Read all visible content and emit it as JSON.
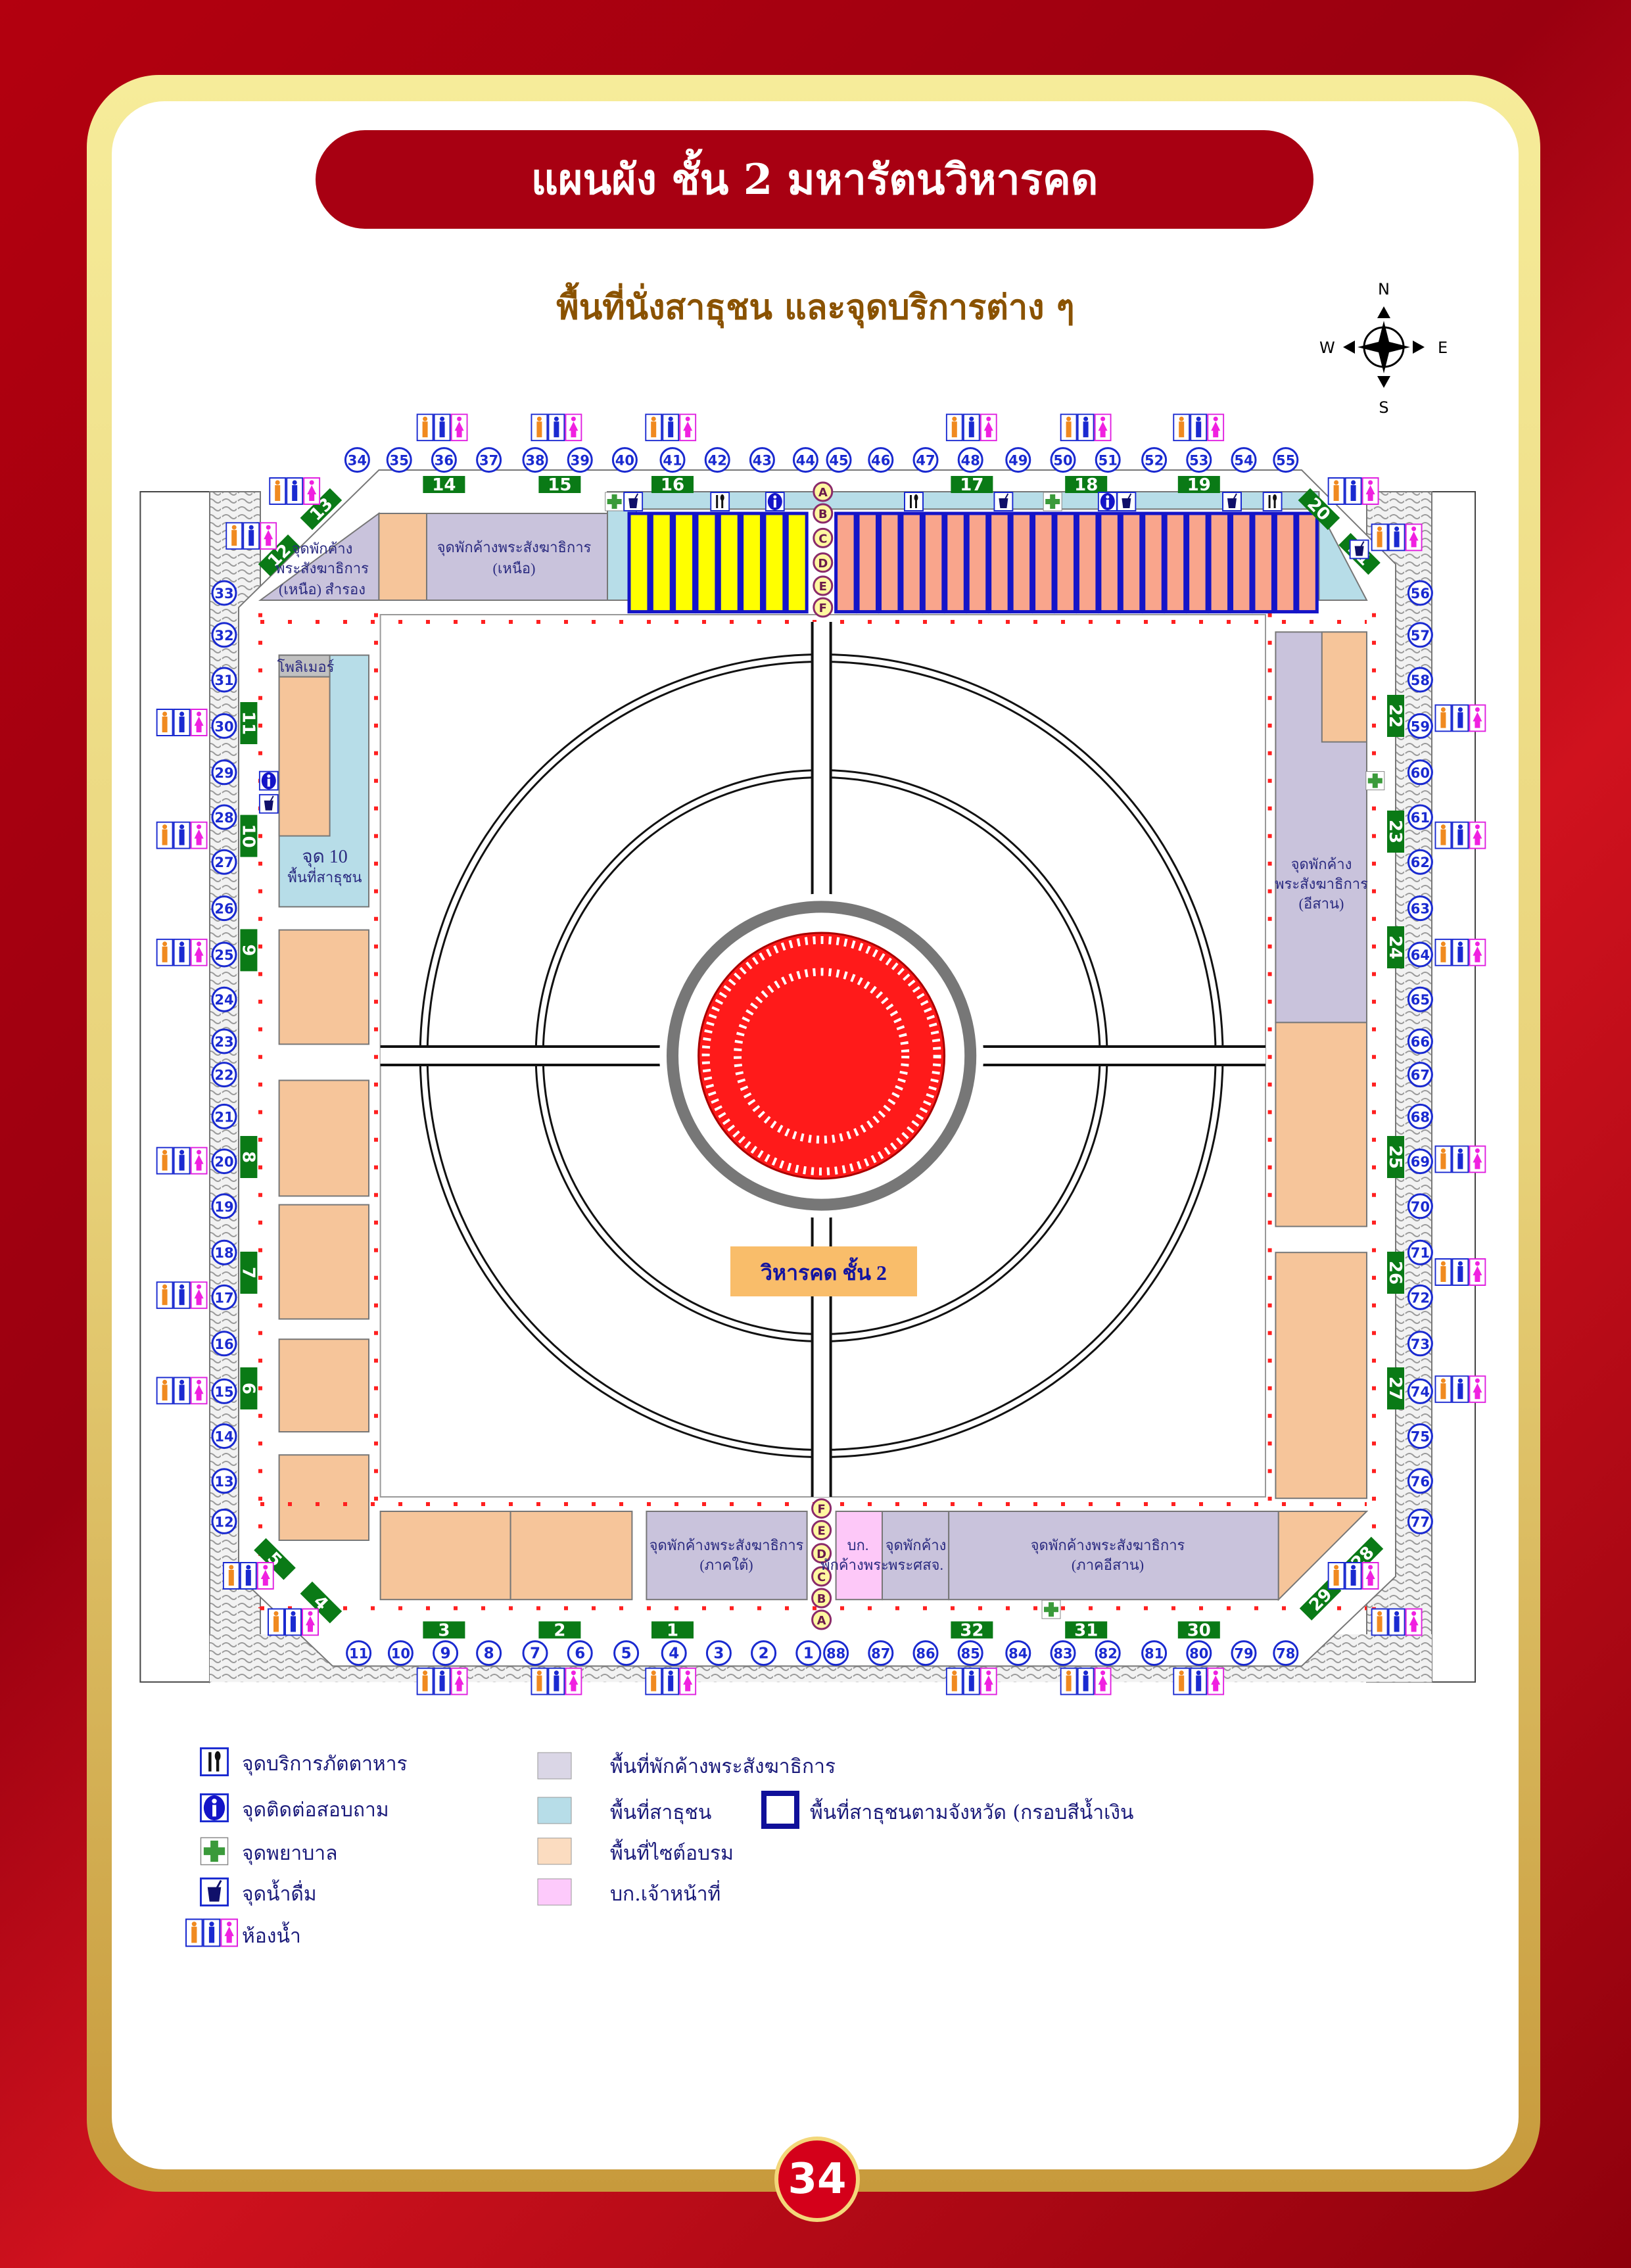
{
  "header": {
    "title": "แผนผัง ชั้น 2 มหารัตนวิหารคด",
    "subtitle": "พื้นที่นั่งสาธุชน และจุดบริการต่าง ๆ"
  },
  "compass": {
    "n": "N",
    "s": "S",
    "e": "E",
    "w": "W"
  },
  "map": {
    "center_label": "วิหารคด ชั้น 2",
    "north_reserve": [
      "จุดพักค้าง",
      "พระสังฆาธิการ",
      "(เหนือ) สำรอง"
    ],
    "north_lodging": [
      "จุดพักค้างพระสังฆาธิการ",
      "(เหนือ)"
    ],
    "polymer": "โพลิเมอร์",
    "zone10": [
      "จุด 10",
      "พื้นที่สาธุชน"
    ],
    "east_lodging": [
      "จุดพักค้าง",
      "พระสังฆาธิการ",
      "(อีสาน)"
    ],
    "south_lodging": [
      "จุดพักค้างพระสังฆาธิการ",
      "(ภาคใต้)"
    ],
    "staff_room": [
      "บก.",
      "พักค้างพระ"
    ],
    "sasj_lodging": [
      "จุดพักค้าง",
      "พระศสจ."
    ],
    "isan_lodging": [
      "จุดพักค้างพระสังฆาธิการ",
      "(ภาคอีสาน)"
    ],
    "top_letters": [
      "A",
      "B",
      "C",
      "D",
      "E",
      "F"
    ],
    "bottom_letters": [
      "F",
      "E",
      "D",
      "C",
      "B",
      "A"
    ],
    "pillars_top": [
      "34",
      "35",
      "36",
      "37",
      "38",
      "39",
      "40",
      "41",
      "42",
      "43",
      "44",
      "45",
      "46",
      "47",
      "48",
      "49",
      "50",
      "51",
      "52",
      "53",
      "54",
      "55"
    ],
    "pillars_bottom": [
      "11",
      "10",
      "9",
      "8",
      "7",
      "6",
      "5",
      "4",
      "3",
      "2",
      "1",
      "88",
      "87",
      "86",
      "85",
      "84",
      "83",
      "82",
      "81",
      "80",
      "79",
      "78"
    ],
    "pillars_left": [
      "33",
      "32",
      "31",
      "30",
      "29",
      "28",
      "27",
      "26",
      "25",
      "24",
      "23",
      "22",
      "21",
      "20",
      "19",
      "18",
      "17",
      "16",
      "15",
      "14",
      "13",
      "12"
    ],
    "pillars_right": [
      "56",
      "57",
      "58",
      "59",
      "60",
      "61",
      "62",
      "63",
      "64",
      "65",
      "66",
      "67",
      "68",
      "69",
      "70",
      "71",
      "72",
      "73",
      "74",
      "75",
      "76",
      "77"
    ],
    "gates_top": [
      "14",
      "15",
      "16",
      "17",
      "18",
      "19"
    ],
    "gates_bottom": [
      "3",
      "2",
      "1",
      "32",
      "31",
      "30"
    ],
    "gates_left": [
      "11",
      "10",
      "9",
      "8",
      "7",
      "6"
    ],
    "gates_right": [
      "22",
      "23",
      "24",
      "25",
      "26",
      "27"
    ],
    "gates_diag": [
      "13",
      "12",
      "5",
      "4",
      "20",
      "21",
      "28",
      "29"
    ]
  },
  "legend": {
    "food": "จุดบริการภัตตาหาร",
    "info": "จุดติดต่อสอบถาม",
    "first_aid": "จุดพยาบาล",
    "water": "จุดน้ำดื่ม",
    "toilet": "ห้องน้ำ",
    "monk_lodging": "พื้นที่พักค้างพระสังฆาธิการ",
    "public_area": "พื้นที่สาธุชน",
    "training_site": "พื้นที่ไซต์อบรม",
    "staff": "บก.เจ้าหน้าที่",
    "province_area": "พื้นที่สาธุชนตามจังหวัด (กรอบสีน้ำเงิน"
  },
  "colors": {
    "lavender": "#c9c3dc",
    "lightblue": "#b7dde8",
    "peach": "#f6c59a",
    "pink": "#fdc8f8",
    "gate_green": "#0a7a16",
    "pillar_blue": "#1a2ad0",
    "province_yellow": "#ffff00",
    "province_salmon": "#f9a58c",
    "province_frame": "#1414c8",
    "red_core": "#ff1a1a"
  },
  "page": {
    "number": "34"
  }
}
